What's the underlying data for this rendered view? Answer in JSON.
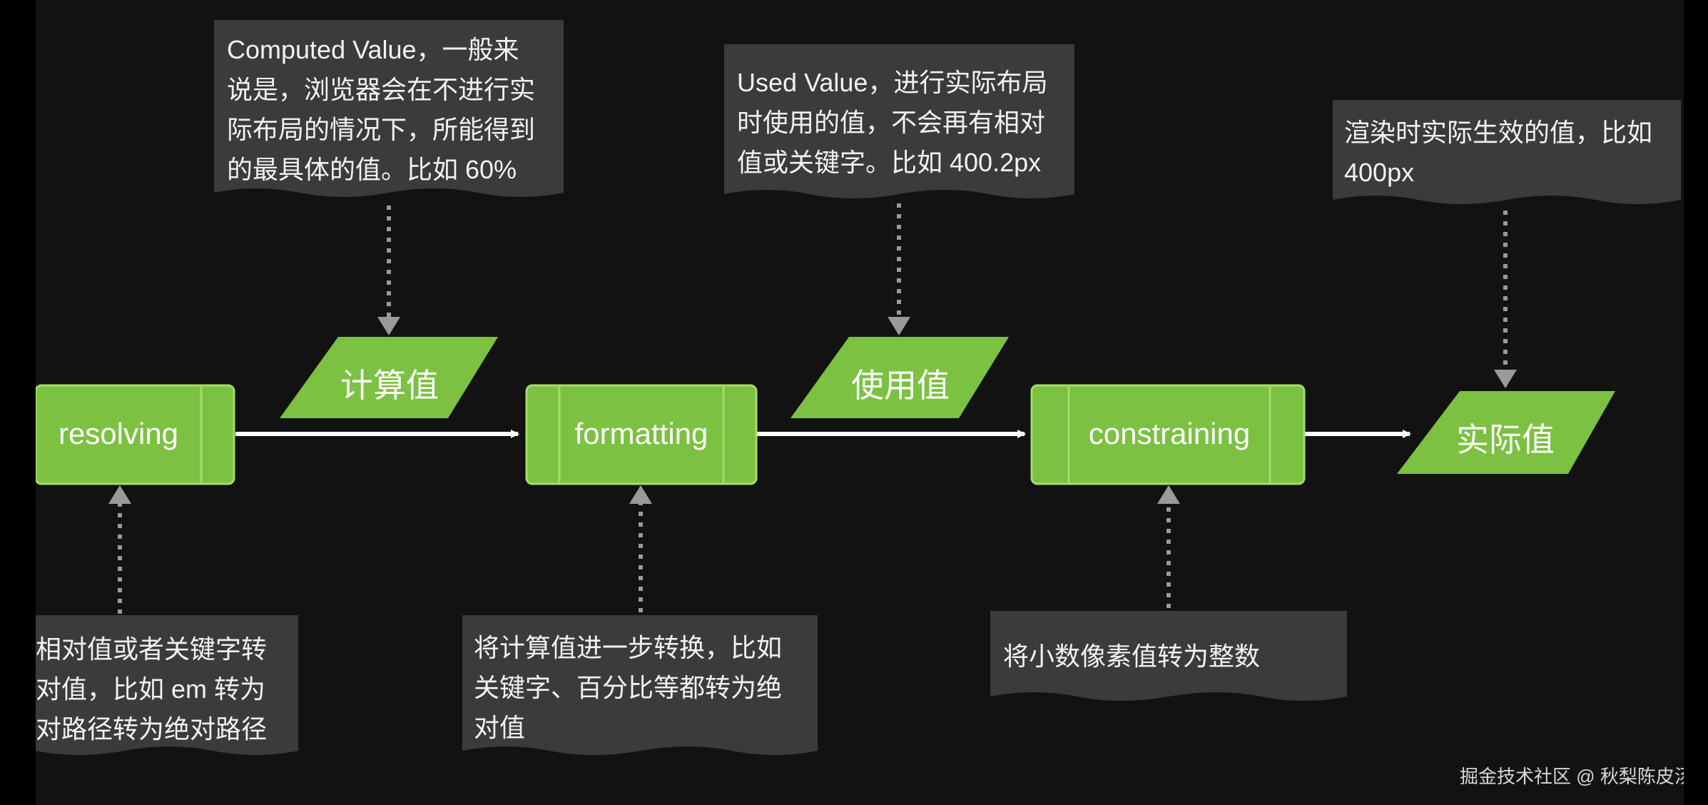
{
  "colors": {
    "background": "#121212",
    "node_fill": "#7cc142",
    "node_border": "#a6dc6c",
    "note_fill": "#3b3b3b",
    "connector": "#9a9a9a",
    "flow_arrow": "#ffffff"
  },
  "process_nodes": [
    {
      "label": "resolving"
    },
    {
      "label": "formatting"
    },
    {
      "label": "constraining"
    }
  ],
  "data_nodes": [
    {
      "label": "计算值"
    },
    {
      "label": "使用值"
    },
    {
      "label": "实际值"
    }
  ],
  "top_notes": [
    {
      "text": "Computed Value，一般来\n说是，浏览器会在不进行实\n际布局的情况下，所能得到\n的最具体的值。比如 60%"
    },
    {
      "text": "Used Value，进行实际布局\n时使用的值，不会再有相对\n值或关键字。比如 400.2px"
    },
    {
      "text": "渲染时实际生效的值，比如\n400px"
    }
  ],
  "bottom_notes": [
    {
      "text": "相对值或者关键字转\n对值，比如 em 转为\n对路径转为绝对路径"
    },
    {
      "text": "将计算值进一步转换，比如\n关键字、百分比等都转为绝\n对值"
    },
    {
      "text": "将小数像素值转为整数"
    }
  ],
  "watermark": "掘金技术社区 @ 秋梨陈皮汤"
}
